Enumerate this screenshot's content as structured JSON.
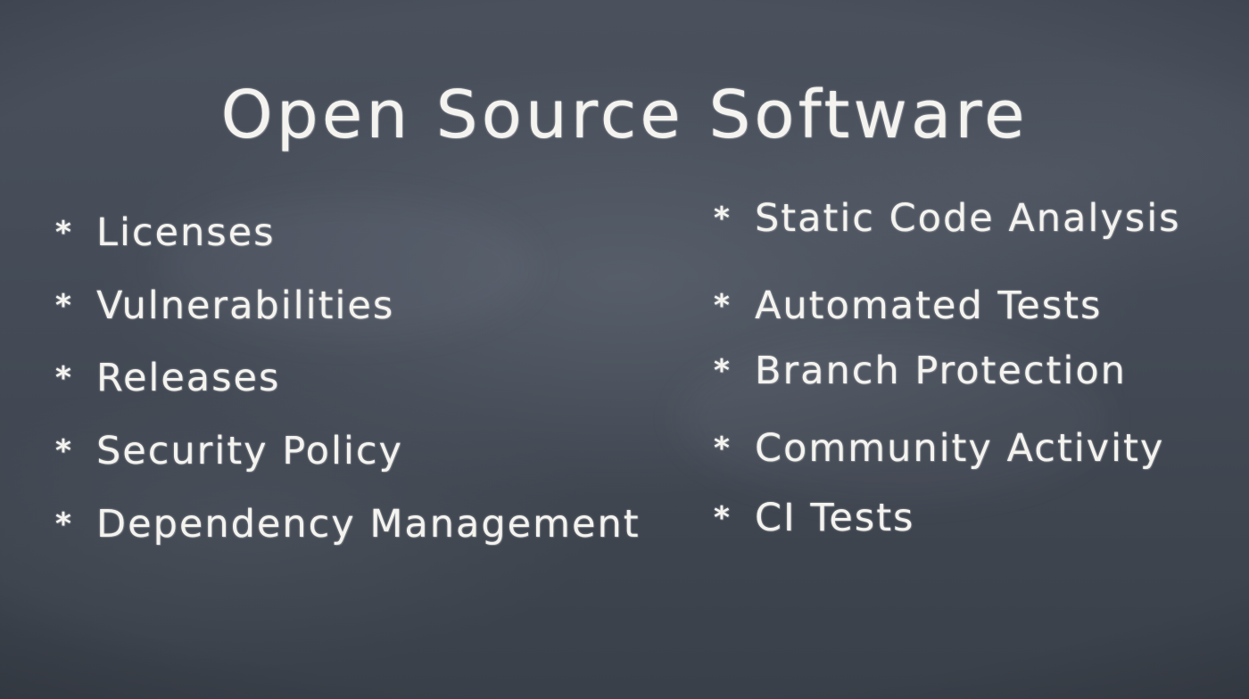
{
  "slide": {
    "title": "Open Source Software",
    "left_items": [
      {
        "bullet": "*",
        "label": "Licenses"
      },
      {
        "bullet": "*",
        "label": "Vulnerabilities"
      },
      {
        "bullet": "*",
        "label": "Releases"
      },
      {
        "bullet": "*",
        "label": "Security Policy"
      },
      {
        "bullet": "*",
        "label": "Dependency Management"
      }
    ],
    "right_items": [
      {
        "bullet": "*",
        "label": "Static Code Analysis"
      },
      {
        "bullet": "*",
        "label": "Automated Tests"
      },
      {
        "bullet": "*",
        "label": "Branch Protection"
      },
      {
        "bullet": "*",
        "label": "Community Activity"
      },
      {
        "bullet": "*",
        "label": "CI Tests"
      }
    ]
  },
  "colors": {
    "chalkboard": "#434a55",
    "chalk": "#f4f3ef"
  }
}
